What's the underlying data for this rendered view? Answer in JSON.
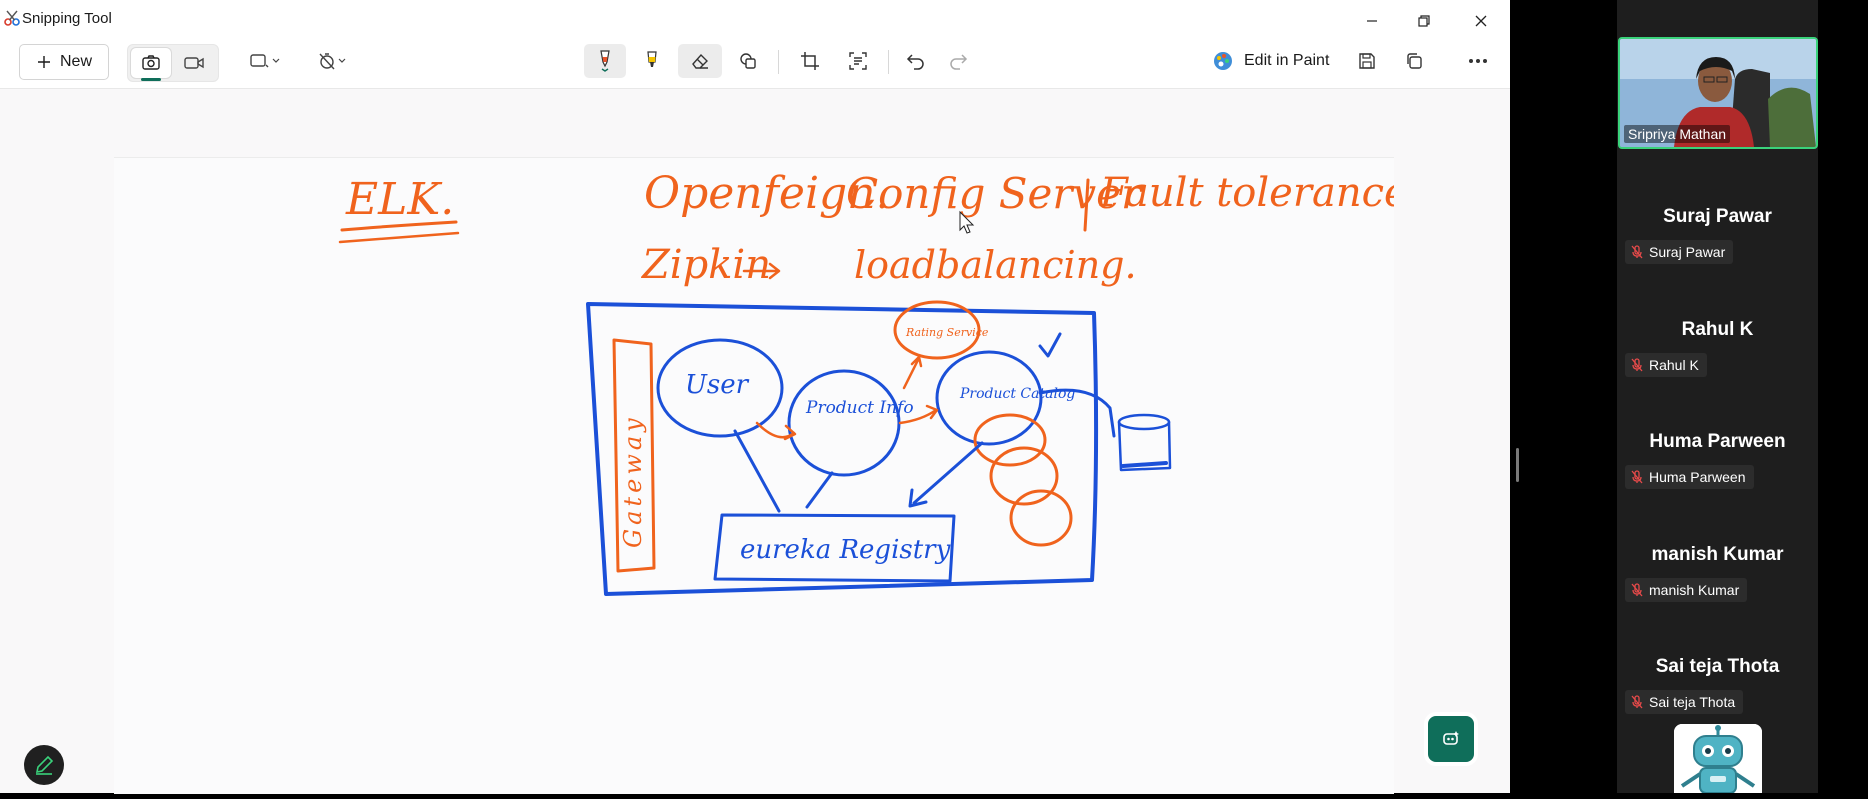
{
  "app": {
    "title": "Snipping Tool"
  },
  "toolbar": {
    "new_label": "New",
    "edit_in_paint_label": "Edit in Paint"
  },
  "icons": {
    "new": "plus-icon",
    "screenshot_mode": "camera-icon",
    "video_mode": "video-camera-icon",
    "snip_shape": "rectangle-select-icon",
    "delay": "timer-off-icon",
    "pen": "ballpoint-pen-icon",
    "highlighter": "highlighter-icon",
    "eraser": "eraser-icon",
    "shapes": "shapes-icon",
    "crop": "crop-icon",
    "text_actions": "text-actions-icon",
    "undo": "undo-icon",
    "redo": "redo-icon",
    "paint": "paint-palette-icon",
    "save": "save-icon",
    "copy": "copy-icon",
    "more": "more-dots-icon"
  },
  "colors": {
    "pen_red": "#e8552b",
    "highlighter_yellow": "#f5c400",
    "ink_blue": "#1b50d8",
    "ink_orange": "#f0631d",
    "self_video_border": "#3ad27b",
    "copilot_green": "#0f6e5a"
  },
  "whiteboard": {
    "words": {
      "elk": "ELK.",
      "openfeign": "Openfeign.",
      "config_server": "Config Server",
      "fault_tolerance": "Fault tolerance.",
      "zipkin": "Zipkin",
      "loadbalancing": "loadbalancing.",
      "gateway": "Gateway",
      "user": "User",
      "product_info": "Product Info",
      "product_catalog": "Product Catalog",
      "rating": "Rating Service",
      "eureka": "eureka Registry"
    }
  },
  "meeting": {
    "self": {
      "name": "Sripriya Mathan"
    },
    "participants": [
      {
        "name": "Suraj Pawar",
        "chip": "Suraj Pawar",
        "muted": true
      },
      {
        "name": "Rahul K",
        "chip": "Rahul K",
        "muted": true
      },
      {
        "name": "Huma Parween",
        "chip": "Huma Parween",
        "muted": true
      },
      {
        "name": "manish Kumar",
        "chip": "manish Kumar",
        "muted": true
      },
      {
        "name": "Sai teja Thota",
        "chip": "Sai teja Thota",
        "muted": true
      }
    ]
  }
}
